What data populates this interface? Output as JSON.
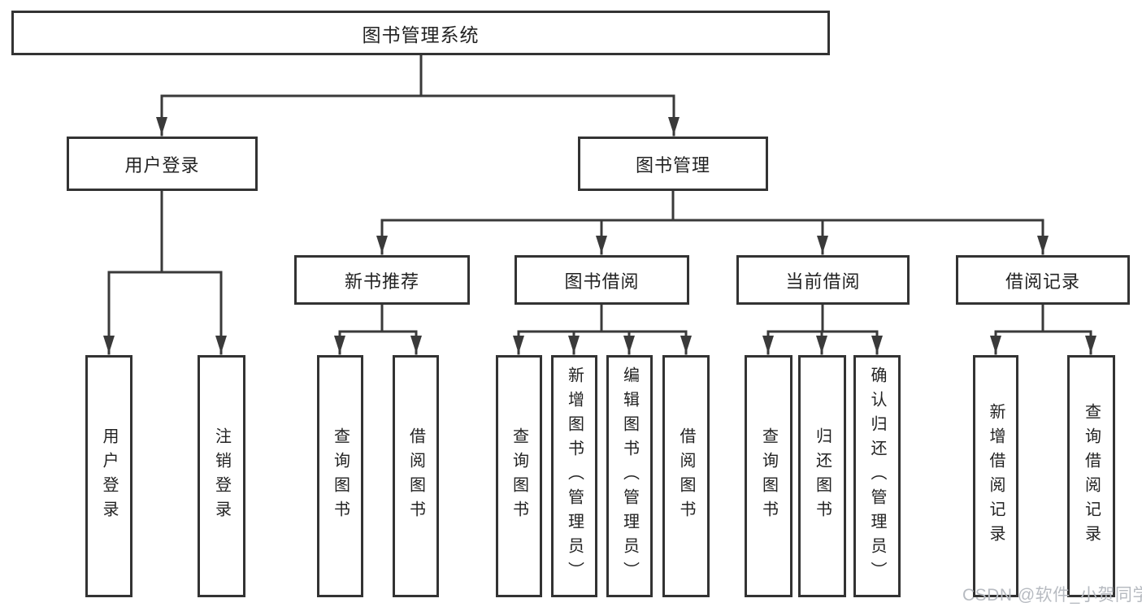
{
  "diagram": {
    "root": {
      "label": "图书管理系统"
    },
    "user_login": {
      "label": "用户登录",
      "children": [
        {
          "label": "用户登录"
        },
        {
          "label": "注销登录"
        }
      ]
    },
    "book_management": {
      "label": "图书管理",
      "groups": [
        {
          "label": "新书推荐",
          "children": [
            {
              "label": "查询图书"
            },
            {
              "label": "借阅图书"
            }
          ]
        },
        {
          "label": "图书借阅",
          "children": [
            {
              "label": "查询图书"
            },
            {
              "label": "新增图书（管理员）"
            },
            {
              "label": "编辑图书（管理员）"
            },
            {
              "label": "借阅图书"
            }
          ]
        },
        {
          "label": "当前借阅",
          "children": [
            {
              "label": "查询图书"
            },
            {
              "label": "归还图书"
            },
            {
              "label": "确认归还（管理员）"
            }
          ]
        },
        {
          "label": "借阅记录",
          "children": [
            {
              "label": "新增借阅记录"
            },
            {
              "label": "查询借阅记录"
            }
          ]
        }
      ]
    }
  },
  "watermark": "CSDN @软件_小贺同学",
  "colors": {
    "line": "#3a3a3a",
    "box_border": "#333333",
    "text": "#222222",
    "watermark": "#b7bbc1",
    "background": "#ffffff"
  }
}
